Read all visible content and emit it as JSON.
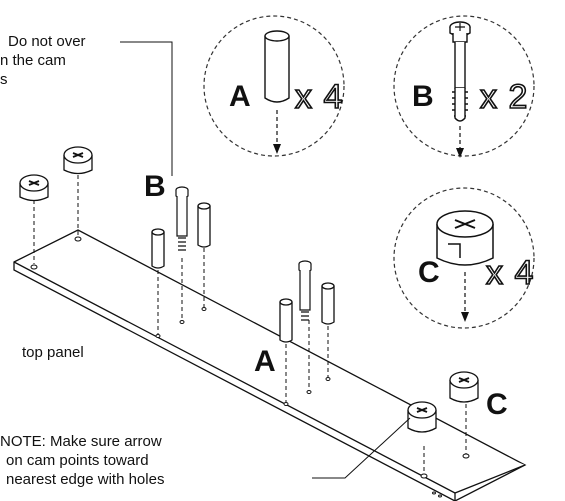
{
  "notes": {
    "top_line1": "Do not over",
    "top_line2": "n the cam",
    "top_line3": "s",
    "bottom_line1": "NOTE: Make sure arrow",
    "bottom_line2": "on cam points toward",
    "bottom_line3": "nearest edge with holes"
  },
  "labels": {
    "top_panel": "top panel",
    "A": "A",
    "B": "B",
    "C": "C"
  },
  "callouts": {
    "a_letter": "A",
    "a_qty": "x 4",
    "b_letter": "B",
    "b_qty": "x 2",
    "c_letter": "C",
    "c_qty": "x 4"
  }
}
